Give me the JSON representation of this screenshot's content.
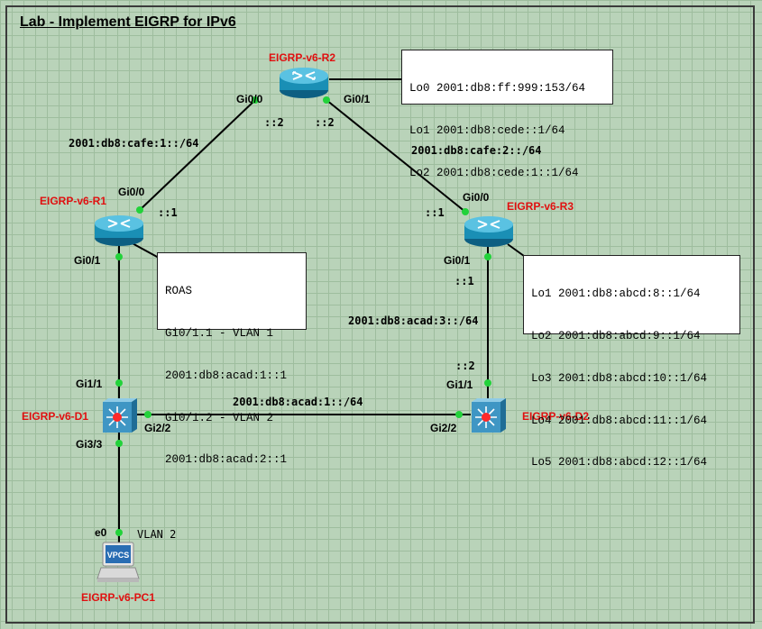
{
  "title": "Lab - Implement EIGRP for IPv6",
  "devices": {
    "r2": "EIGRP-v6-R2",
    "r1": "EIGRP-v6-R1",
    "r3": "EIGRP-v6-R3",
    "d1": "EIGRP-v6-D1",
    "d2": "EIGRP-v6-D2",
    "pc1": "EIGRP-v6-PC1",
    "pc_icon_text": "VPCS"
  },
  "ports": {
    "r2_gi00": "Gi0/0",
    "r2_gi01": "Gi0/1",
    "r1_gi00": "Gi0/0",
    "r1_gi01": "Gi0/1",
    "r3_gi00": "Gi0/0",
    "r3_gi01": "Gi0/1",
    "d1_gi11": "Gi1/1",
    "d1_gi22": "Gi2/2",
    "d1_gi33": "Gi3/3",
    "d2_gi11": "Gi1/1",
    "d2_gi22": "Gi2/2",
    "pc_e0": "e0"
  },
  "host_ids": {
    "r2_gi00": "::2",
    "r2_gi01": "::2",
    "r1_gi00": "::1",
    "r3_gi00": "::1",
    "r3_gi01": "::1",
    "d2_gi11": "::2"
  },
  "networks": {
    "r1_r2": "2001:db8:cafe:1::/64",
    "r2_r3": "2001:db8:cafe:2::/64",
    "r3_d2": "2001:db8:acad:3::/64",
    "d1_d2": "2001:db8:acad:1::/64",
    "vlan": "VLAN 2"
  },
  "notes": {
    "r2": [
      "Lo0 2001:db8:ff:999:153/64",
      "Lo1 2001:db8:cede::1/64",
      "Lo2 2001:db8:cede:1::1/64"
    ],
    "r1": [
      "ROAS",
      "Gi0/1.1 - VLAN 1",
      "2001:db8:acad:1::1",
      "Gi0/1.2 - VLAN 2",
      "2001:db8:acad:2::1"
    ],
    "r3": [
      "Lo1 2001:db8:abcd:8::1/64",
      "Lo2 2001:db8:abcd:9::1/64",
      "Lo3 2001:db8:abcd:10::1/64",
      "Lo4 2001:db8:abcd:11::1/64",
      "Lo5 2001:db8:abcd:12::1/64"
    ]
  },
  "colors": {
    "link": "#000000",
    "port_dot": "#22d23a",
    "device_label": "#e01010",
    "router_body": "#1a8fb5",
    "switch_body": "#3f96c4",
    "switch_center": "#ff2a2a",
    "grid_bg": "#b9d3b9"
  },
  "icons": {
    "router": "router-icon",
    "switch": "multilayer-switch-icon",
    "pc": "laptop-vpcs-icon"
  }
}
